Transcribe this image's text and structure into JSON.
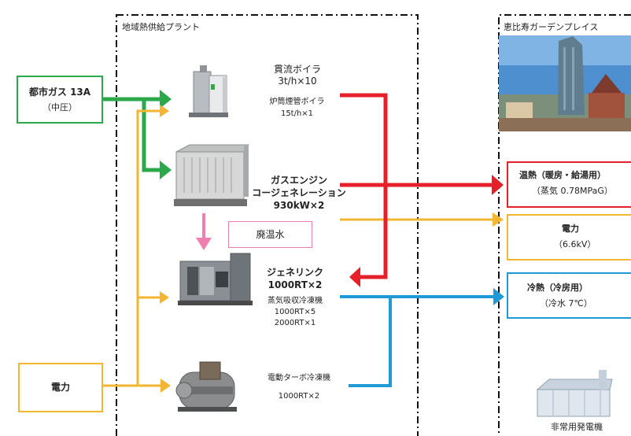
{
  "plant_region": {
    "label": "地域熱供給プラント"
  },
  "garden_region": {
    "label": "恵比寿ガーデンプレイス"
  },
  "inputs": {
    "gas": {
      "line1": "都市ガス 13A",
      "line2": "（中圧）"
    },
    "power": {
      "label": "電力"
    }
  },
  "equipment": {
    "boiler": {
      "line1": "貫流ボイラ",
      "line2": "3t/h×10",
      "line3": "炉筒煙管ボイラ",
      "line4": "15t/h×1"
    },
    "engine": {
      "line1": "ガスエンジン",
      "line2": "コージェネレーション",
      "line3": "930kW×2"
    },
    "waste_heat": {
      "label": "廃温水"
    },
    "genelink": {
      "line1": "ジェネリンク",
      "line2": "1000RT×2",
      "line3": "蒸気吸収冷凍機",
      "line4": "1000RT×5",
      "line5": "2000RT×1"
    },
    "turbo": {
      "line1": "電動ターボ冷凍機",
      "line2": "1000RT×2"
    }
  },
  "outputs": {
    "heat": {
      "line1": "温熱（暖房・給湯用）",
      "line2": "（蒸気 0.78MPaG）"
    },
    "power": {
      "line1": "電力",
      "line2": "（6.6kV）"
    },
    "cold": {
      "line1": "冷熱（冷房用）",
      "line2": "（冷水 7℃）"
    }
  },
  "emergency_generator": {
    "label": "非常用発電機"
  },
  "colors": {
    "gas": "#2aa84a",
    "power": "#f2b632",
    "heat": "#e5202a",
    "cold": "#1f9ad6",
    "waste": "#ef7fb0"
  }
}
